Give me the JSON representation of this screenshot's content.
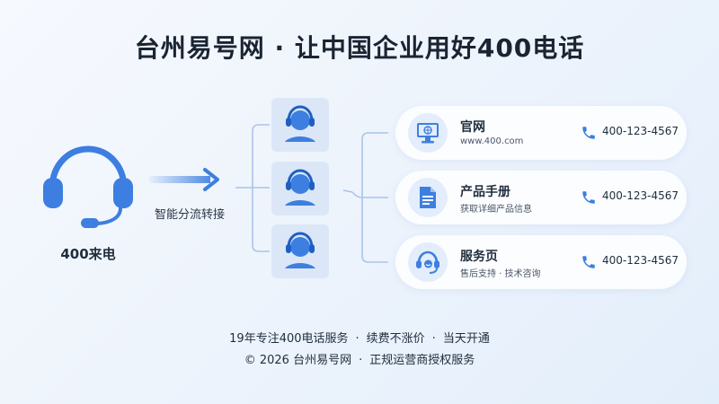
{
  "title": "台州易号网 · 让中国企业用好400电话",
  "caller": {
    "label": "400来电"
  },
  "routing": {
    "label": "智能分流转接"
  },
  "agents": [
    {
      "icon": "agent-headset-icon"
    },
    {
      "icon": "agent-headset-icon"
    },
    {
      "icon": "agent-headset-icon"
    }
  ],
  "cards": [
    {
      "title": "官网",
      "subtitle": "www.400.com",
      "phone": "400-123-4567",
      "icon": "website-monitor-icon"
    },
    {
      "title": "产品手册",
      "subtitle": "获取详细产品信息",
      "phone": "400-123-4567",
      "icon": "document-icon"
    },
    {
      "title": "服务页",
      "subtitle": "售后支持 · 技术咨询",
      "phone": "400-123-4567",
      "icon": "support-headset-icon"
    }
  ],
  "footer": {
    "line1": [
      "19年专注400电话服务",
      "续费不涨价",
      "当天开通"
    ],
    "line2": [
      "© 2026 台州易号网",
      "正规运营商授权服务"
    ]
  },
  "colors": {
    "accent": "#3d7fe0",
    "agent_bg": "#dbe7f7",
    "card_icon_bg": "#e3edfb",
    "line": "#a9c4ea"
  }
}
